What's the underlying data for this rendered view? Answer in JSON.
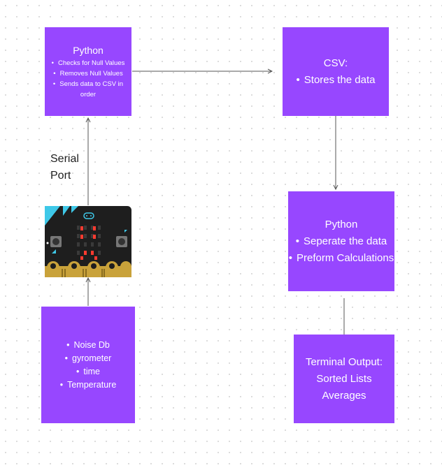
{
  "python_box": {
    "title": "Python",
    "items": [
      "Checks for Null Values",
      "Removes Null Values",
      "Sends data to CSV in order"
    ]
  },
  "csv_box": {
    "title": "CSV:",
    "items": [
      "Stores the data"
    ]
  },
  "python_box_2": {
    "title": "Python",
    "items": [
      "Seperate the data",
      "Preform Calculations"
    ]
  },
  "sensor_box": {
    "items": [
      "Noise Db",
      "gyrometer",
      "time",
      "Temperature"
    ]
  },
  "terminal_box": {
    "lines": [
      "Terminal Output:",
      "Sorted Lists",
      "Averages"
    ]
  },
  "connector_label": {
    "line1": "Serial",
    "line2": "Port"
  },
  "colors": {
    "box_fill": "#9747ff",
    "box_text": "#ffffff",
    "connector": "#555555",
    "microbit_body": "#1e1e1e",
    "microbit_accent": "#3ec8e8",
    "microbit_led": "#ff3b30",
    "microbit_pins": "#c9a23a"
  },
  "device": {
    "icon": "microbit-board-icon"
  }
}
